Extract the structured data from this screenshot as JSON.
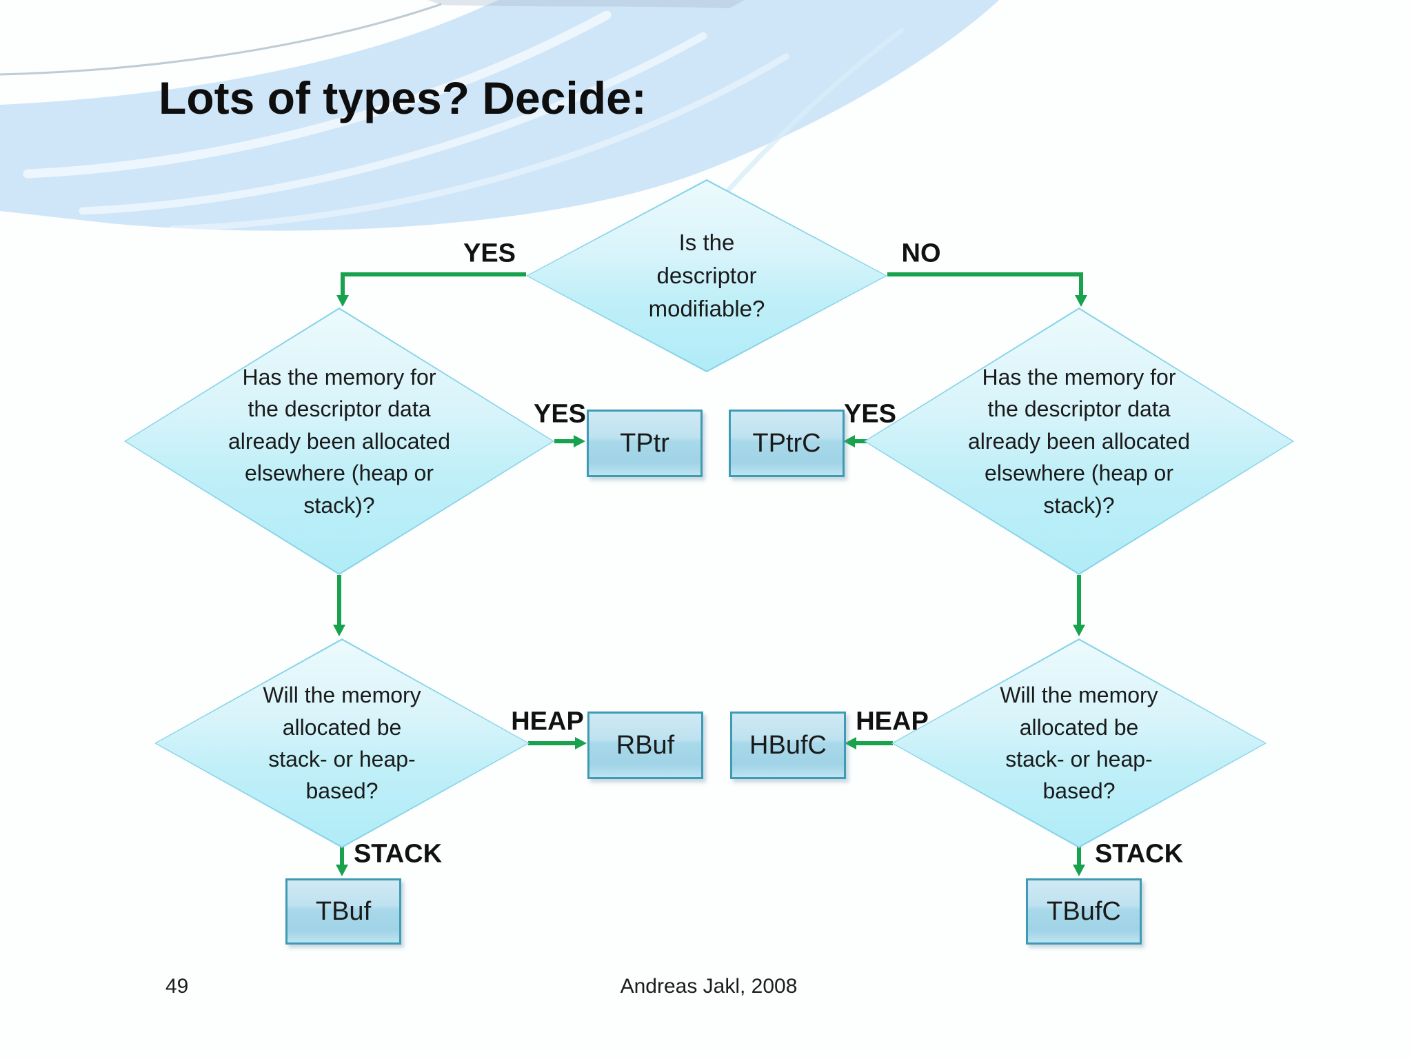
{
  "slide": {
    "title": "Lots of types? Decide:",
    "page_number": "49",
    "credit": "Andreas Jakl, 2008"
  },
  "labels": {
    "yes": "YES",
    "no": "NO",
    "heap": "HEAP",
    "stack": "STACK"
  },
  "decisions": {
    "root": "Is the descriptor modifiable?",
    "left_allocated": "Has the memory for the descriptor data already been allocated elsewhere (heap or stack)?",
    "right_allocated": "Has the memory for the descriptor data already been allocated elsewhere (heap or stack)?",
    "left_stack_or_heap": "Will the memory allocated be stack- or heap-based?",
    "right_stack_or_heap": "Will the memory allocated be stack- or heap-based?"
  },
  "results": {
    "tptr": "TPtr",
    "tptrc": "TPtrC",
    "rbuf": "RBuf",
    "hbufc": "HBufC",
    "tbuf": "TBuf",
    "tbufc": "TBufC"
  },
  "colors": {
    "arrow_green": "#19A24E",
    "diamond_border": "#86D3E8",
    "diamond_fill": "#C9F1F9",
    "box_border": "#3F9AB4",
    "box_fill": "#AEDCEC",
    "swoosh_blue": "#CFE6F8",
    "text": "#1A1A1A"
  }
}
